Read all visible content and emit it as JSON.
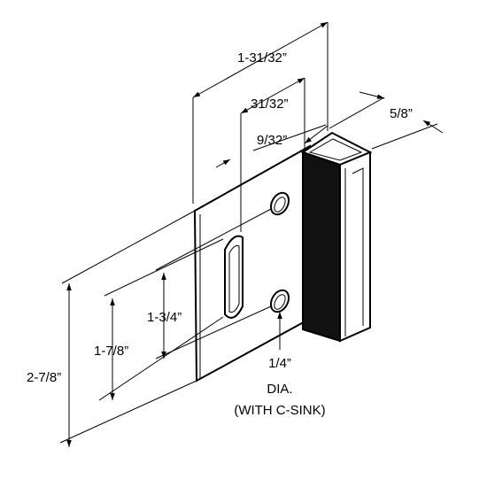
{
  "diagram": {
    "dimensions": {
      "overall_width": "1-31/32”",
      "slot_offset": "31/32”",
      "slot_width": "9/32”",
      "bar_depth": "5/8”",
      "hole_spacing": "1-3/4”",
      "slot_length": "1-7/8”",
      "overall_height": "2-7/8”"
    },
    "hole_callout": {
      "size": "1/4”",
      "type": "DIA.",
      "note": "(WITH C-SINK)"
    }
  }
}
